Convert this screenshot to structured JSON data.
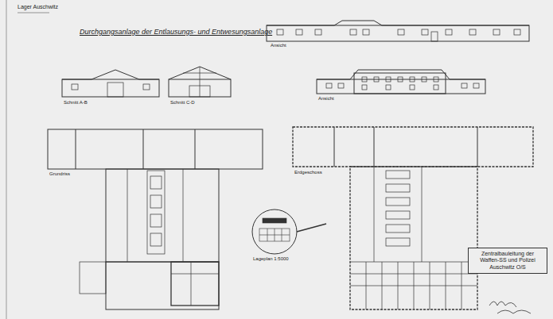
{
  "diagram": {
    "title": "Durchgangsanlage der Entlausungs- und Entwesungsanlage",
    "nodes": [
      {
        "text": [
          "Zentralbauleitung der Waffen-SS und Polizei Auschwitz O/S"
        ]
      }
    ],
    "labels": [
      "Lager Auschwitz",
      "Ansicht",
      "Ansicht",
      "Schnitt A-B",
      "Schnitt C-D",
      "Grundriss",
      "Erdgeschoss",
      "Lageplan 1:5000"
    ]
  }
}
